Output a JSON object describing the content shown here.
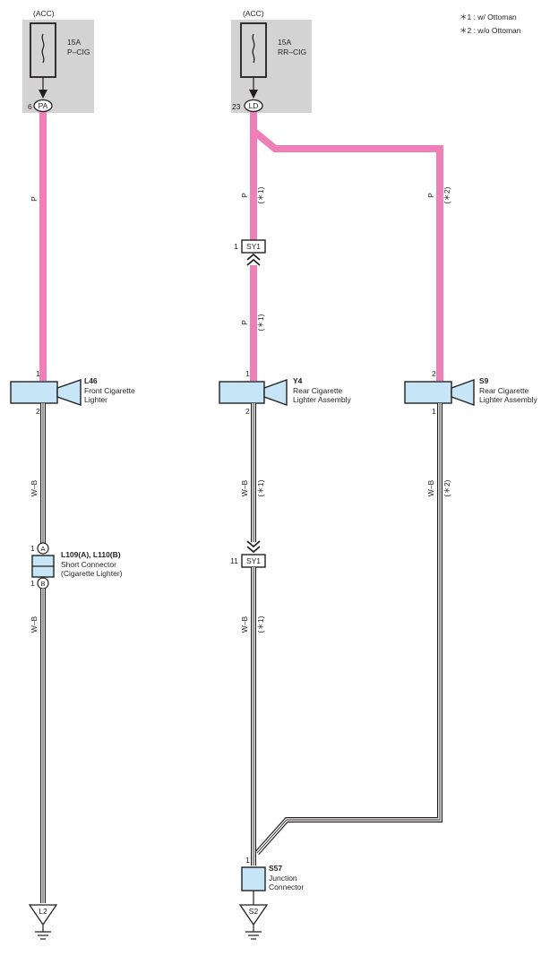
{
  "legend": {
    "note1": "＊1 : w/ Ottoman",
    "note2": "＊2 : w/o Ottoman"
  },
  "fuses": [
    {
      "power": "(ACC)",
      "rating": "15A",
      "name": "P–CIG",
      "pin": "6",
      "connector": "PA"
    },
    {
      "power": "(ACC)",
      "rating": "15A",
      "name": "RR–CIG",
      "pin": "23",
      "connector": "LD"
    }
  ],
  "wires": {
    "left_p": {
      "color": "P"
    },
    "mid_p_upper": {
      "color": "P",
      "note": "(＊1)"
    },
    "mid_p_lower": {
      "color": "P",
      "note": "(＊1)"
    },
    "right_p": {
      "color": "P",
      "note": "(＊2)"
    },
    "left_wb_upper": {
      "color": "W–B"
    },
    "left_wb_lower": {
      "color": "W–B"
    },
    "mid_wb_upper": {
      "color": "W–B",
      "note": "(＊1)"
    },
    "mid_wb_lower": {
      "color": "W–B",
      "note": "(＊1)"
    },
    "right_wb": {
      "color": "W–B",
      "note": "(＊2)"
    }
  },
  "inline_connector": {
    "name": "SY1",
    "pin_top": "1",
    "pin_bottom": "11"
  },
  "components": [
    {
      "id": "L46",
      "line1": "Front Cigarette",
      "line2": "Lighter",
      "pin_in": "1",
      "pin_out": "2"
    },
    {
      "id": "Y4",
      "line1": "Rear Cigarette",
      "line2": "Lighter Assembly",
      "pin_in": "1",
      "pin_out": "2"
    },
    {
      "id": "S9",
      "line1": "Rear Cigarette",
      "line2": "Lighter Assembly",
      "pin_in": "2",
      "pin_out": "1"
    }
  ],
  "short_connector": {
    "id": "L109(A), L110(B)",
    "line1": "Short Connector",
    "line2": "(Cigarette Lighter)",
    "pin_a": "1",
    "conn_a": "A",
    "pin_b": "1",
    "conn_b": "B"
  },
  "junction": {
    "id": "S57",
    "line1": "Junction",
    "line2": "Connector",
    "pin": "1"
  },
  "grounds": [
    {
      "label": "L2"
    },
    {
      "label": "S2"
    }
  ]
}
